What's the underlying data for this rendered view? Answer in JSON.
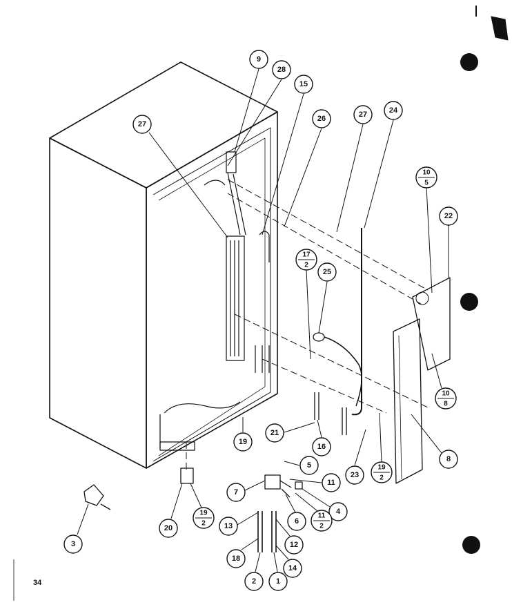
{
  "page_number": "34",
  "callouts": [
    {
      "id": "c9",
      "label": "9"
    },
    {
      "id": "c28",
      "label": "28"
    },
    {
      "id": "c15",
      "label": "15"
    },
    {
      "id": "c27a",
      "label": "27"
    },
    {
      "id": "c26",
      "label": "26"
    },
    {
      "id": "c27b",
      "label": "27"
    },
    {
      "id": "c24",
      "label": "24"
    },
    {
      "id": "c22",
      "label": "22"
    },
    {
      "id": "c25",
      "label": "25"
    },
    {
      "id": "c19a",
      "label": "19"
    },
    {
      "id": "c21",
      "label": "21"
    },
    {
      "id": "c16",
      "label": "16"
    },
    {
      "id": "c23",
      "label": "23"
    },
    {
      "id": "c8",
      "label": "8"
    },
    {
      "id": "c5",
      "label": "5"
    },
    {
      "id": "c7",
      "label": "7"
    },
    {
      "id": "c11",
      "label": "11"
    },
    {
      "id": "c4",
      "label": "4"
    },
    {
      "id": "c6",
      "label": "6"
    },
    {
      "id": "c20",
      "label": "20"
    },
    {
      "id": "c3",
      "label": "3"
    },
    {
      "id": "c13",
      "label": "13"
    },
    {
      "id": "c12",
      "label": "12"
    },
    {
      "id": "c18",
      "label": "18"
    },
    {
      "id": "c14",
      "label": "14"
    },
    {
      "id": "c2",
      "label": "2"
    },
    {
      "id": "c1",
      "label": "1"
    }
  ],
  "fraction_callouts": [
    {
      "id": "f10_5",
      "top": "10",
      "bottom": "5"
    },
    {
      "id": "f17_2",
      "top": "17",
      "bottom": "2"
    },
    {
      "id": "f10_8",
      "top": "10",
      "bottom": "8"
    },
    {
      "id": "f19_2a",
      "top": "19",
      "bottom": "2"
    },
    {
      "id": "f19_2b",
      "top": "19",
      "bottom": "2"
    },
    {
      "id": "f11_2",
      "top": "11",
      "bottom": "2"
    }
  ]
}
